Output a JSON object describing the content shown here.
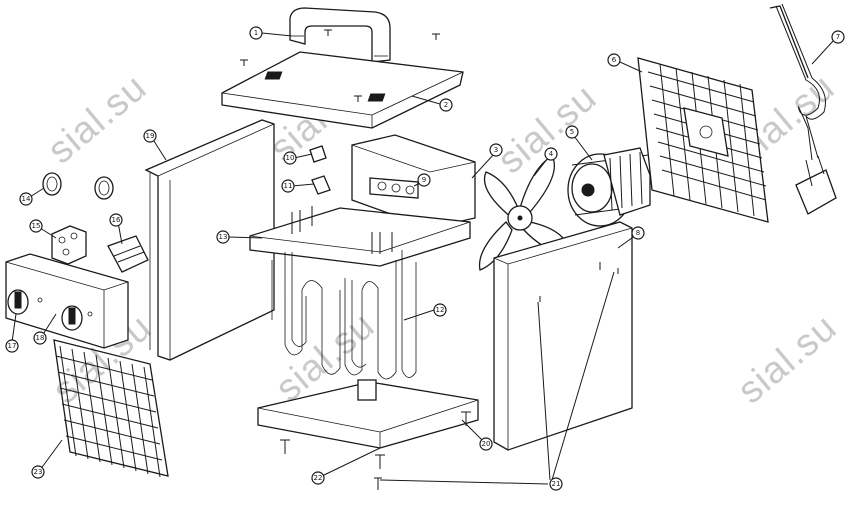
{
  "watermark": {
    "text": "sial.su",
    "color": "#c9c9c9"
  },
  "callouts": [
    "1",
    "2",
    "3",
    "4",
    "5",
    "6",
    "7",
    "8",
    "9",
    "10",
    "11",
    "12",
    "13",
    "14",
    "15",
    "16",
    "17",
    "18",
    "19",
    "20",
    "21",
    "22",
    "23"
  ]
}
